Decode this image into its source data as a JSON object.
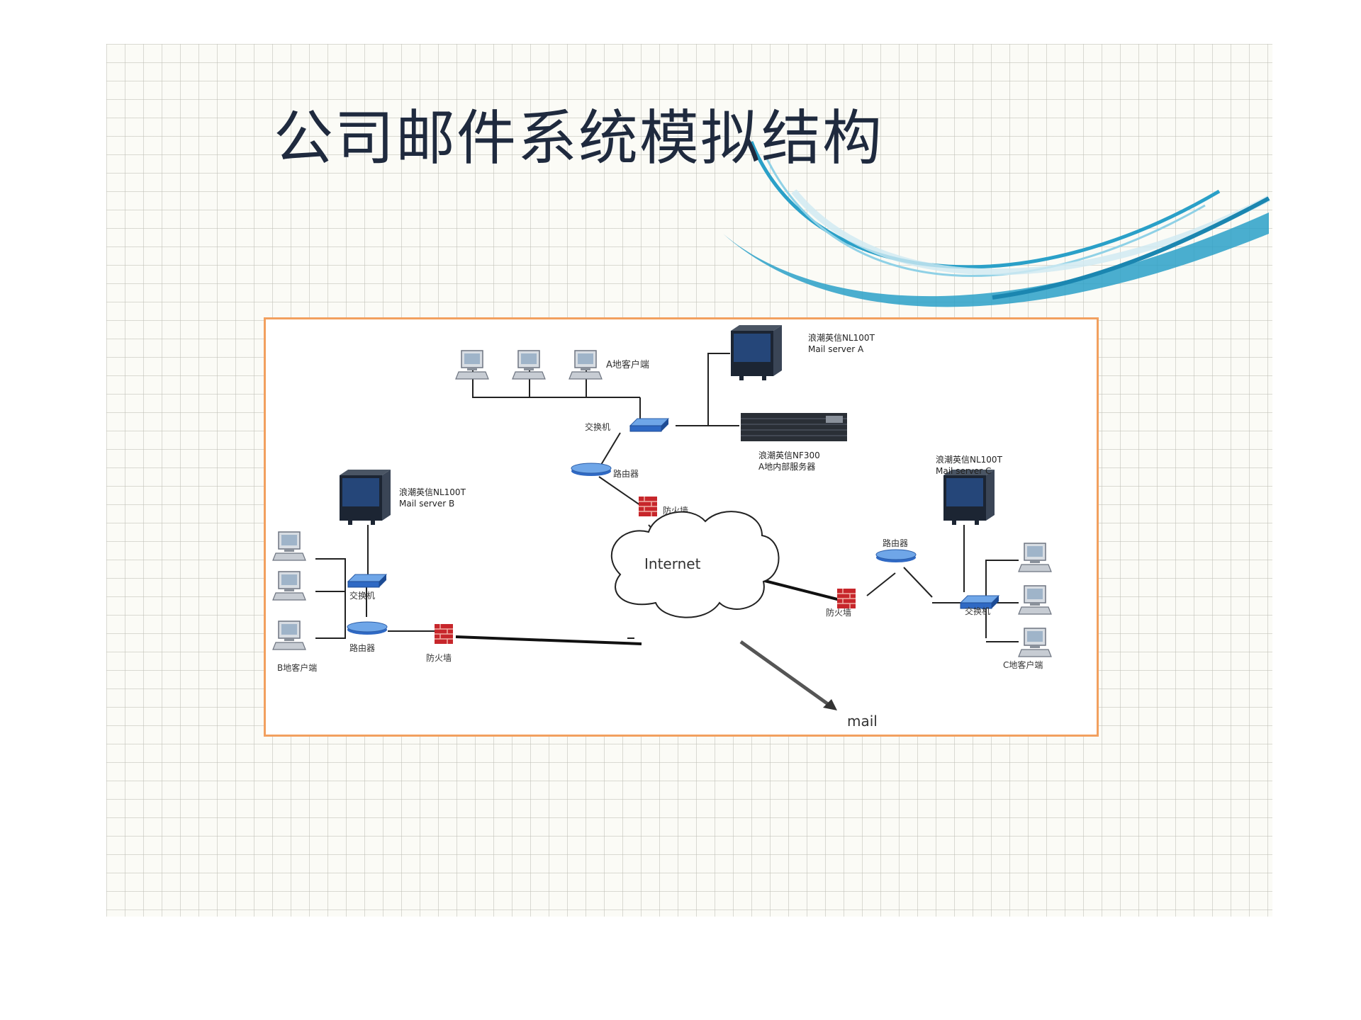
{
  "slide": {
    "title": "公司邮件系统模拟结构",
    "accent_color": "#2aa0c8",
    "frame_color": "#f2a05f"
  },
  "diagram": {
    "labels": {
      "clients_a": "A地客户端",
      "switch_a": "交换机",
      "router_a": "路由器",
      "firewall_a": "防火墙",
      "server_a_line1": "浪潮英信NL100T",
      "server_a_line2": "Mail server A",
      "rack_server_line1": "浪潮英信NF300",
      "rack_server_line2": "A地内部服务器",
      "server_b_line1": "浪潮英信NL100T",
      "server_b_line2": "Mail server B",
      "switch_b": "交换机",
      "router_b": "路由器",
      "firewall_b": "防火墙",
      "clients_b": "B地客户端",
      "server_c_line1": "浪潮英信NL100T",
      "server_c_line2": "Mail server C",
      "router_c": "路由器",
      "switch_c": "交换机",
      "firewall_c": "防火墙",
      "clients_c": "C地客户端",
      "internet": "Internet",
      "mail": "mail"
    }
  }
}
